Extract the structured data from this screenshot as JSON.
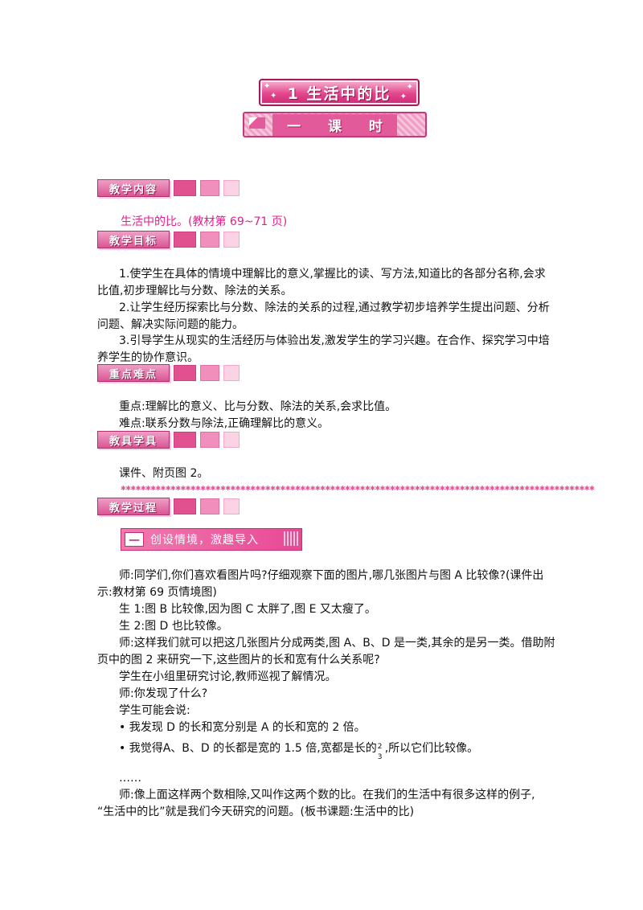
{
  "header": {
    "title": "1  生活中的比",
    "subtitle": "一 课 时"
  },
  "sections": {
    "content_label": "教学内容",
    "goals_label": "教学目标",
    "key_label": "重点难点",
    "tools_label": "教具学具",
    "process_label": "教学过程"
  },
  "content": {
    "text": "生活中的比。(教材第 69~71 页)"
  },
  "goals": {
    "g1_l1": "1.使学生在具体的情境中理解比的意义,掌握比的读、写方法,知道比的各部分名称,会求",
    "g1_l2": "比值,初步理解比与分数、除法的关系。",
    "g2_l1": "2.让学生经历探索比与分数、除法的关系的过程,通过教学初步培养学生提出问题、分析",
    "g2_l2": "问题、解决实际问题的能力。",
    "g3_l1": "3.引导学生从现实的生活经历与体验出发,激发学生的学习兴趣。在合作、探究学习中培",
    "g3_l2": "养学生的协作意识。"
  },
  "key_points": {
    "key": "重点:理解比的意义、比与分数、除法的关系,会求比值。",
    "difficulty": "难点:联系分数与除法,正确理解比的意义。"
  },
  "tools": {
    "text": "课件、附页图 2。"
  },
  "process": {
    "sub1_num": "一",
    "sub1_label": "创设情境，激趣导入",
    "p1_l1": "师:同学们,你们喜欢看图片吗?仔细观察下面的图片,哪几张图片与图 A 比较像?(课件出",
    "p1_l2": "示:教材第 69 页情境图)",
    "p2": "生 1:图 B 比较像,因为图 C 太胖了,图 E 又太瘦了。",
    "p3": "生 2:图 D 也比较像。",
    "p4_l1": "师:这样我们就可以把这几张图片分成两类,图 A、B、D 是一类,其余的是另一类。借助附",
    "p4_l2": "页中的图 2 来研究一下,这些图片的长和宽有什么关系呢?",
    "p5": "学生在小组里研究讨论,教师巡视了解情况。",
    "p6": "师:你发现了什么?",
    "p7": "学生可能会说:",
    "p8": "• 我发现 D 的长和宽分别是 A 的长和宽的 2 倍。",
    "p9_a": "• 我觉得A、B、D 的长都是宽的 1.5 倍,宽都是长的",
    "p9_num": "2",
    "p9_den": "3",
    "p9_b": ",所以它们比较像。",
    "p10": "……",
    "p11_l1": "师:像上面这样两个数相除,又叫作这两个数的比。在我们的生活中有很多这样的例子,",
    "p11_l2": "“生活中的比”就是我们今天研究的问题。(板书课题:生活中的比)"
  }
}
